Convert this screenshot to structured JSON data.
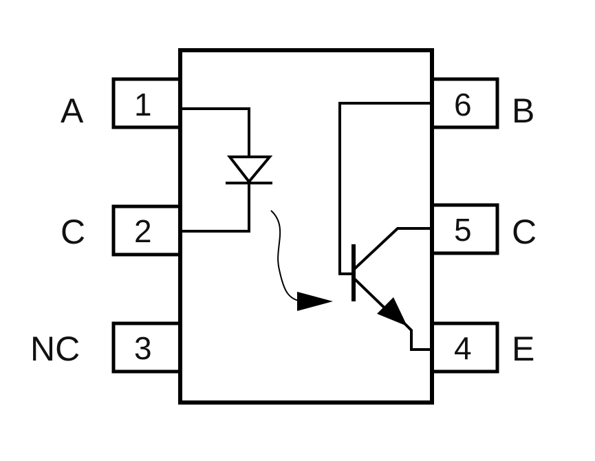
{
  "pins_left": [
    {
      "number": "1",
      "label": "A"
    },
    {
      "number": "2",
      "label": "C"
    },
    {
      "number": "3",
      "label": "NC"
    }
  ],
  "pins_right": [
    {
      "number": "6",
      "label": "B"
    },
    {
      "number": "5",
      "label": "C"
    },
    {
      "number": "4",
      "label": "E"
    }
  ]
}
